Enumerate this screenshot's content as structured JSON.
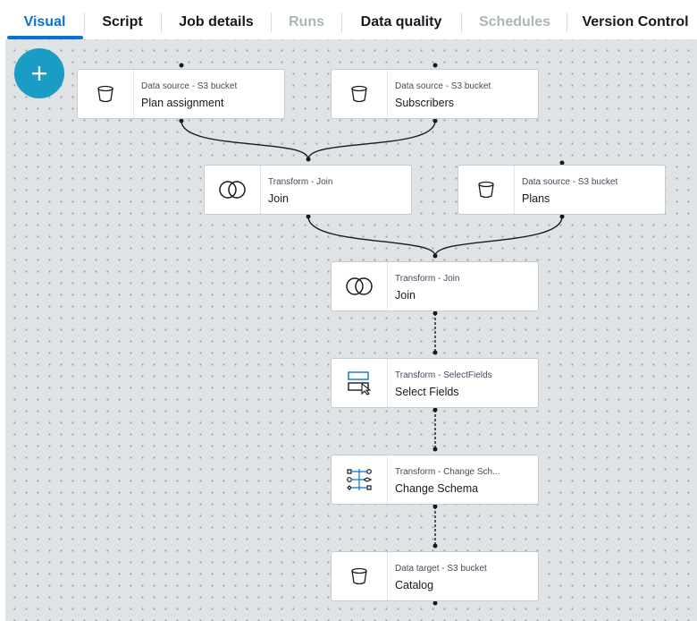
{
  "tabs": [
    {
      "label": "Visual",
      "state": "active"
    },
    {
      "label": "Script",
      "state": "enabled"
    },
    {
      "label": "Job details",
      "state": "enabled"
    },
    {
      "label": "Runs",
      "state": "disabled"
    },
    {
      "label": "Data quality",
      "state": "enabled"
    },
    {
      "label": "Schedules",
      "state": "disabled"
    },
    {
      "label": "Version Control",
      "state": "enabled"
    }
  ],
  "add_button": {
    "icon": "plus-icon",
    "glyph": "+"
  },
  "nodes": [
    {
      "type": "Data source - S3 bucket",
      "name": "Plan assignment",
      "icon": "s3-bucket-icon"
    },
    {
      "type": "Data source - S3 bucket",
      "name": "Subscribers",
      "icon": "s3-bucket-icon"
    },
    {
      "type": "Transform - Join",
      "name": "Join",
      "icon": "join-icon"
    },
    {
      "type": "Data source - S3 bucket",
      "name": "Plans",
      "icon": "s3-bucket-icon"
    },
    {
      "type": "Transform - Join",
      "name": "Join",
      "icon": "join-icon"
    },
    {
      "type": "Transform - SelectFields",
      "name": "Select Fields",
      "icon": "select-fields-icon"
    },
    {
      "type": "Transform - Change Sch...",
      "name": "Change Schema",
      "icon": "change-schema-icon"
    },
    {
      "type": "Data target - S3 bucket",
      "name": "Catalog",
      "icon": "s3-bucket-icon"
    }
  ],
  "colors": {
    "accent": "#0972d3",
    "add_button": "#1a9cc4",
    "canvas": "#dfe3e6",
    "disabled_tab": "#aab7b8"
  }
}
